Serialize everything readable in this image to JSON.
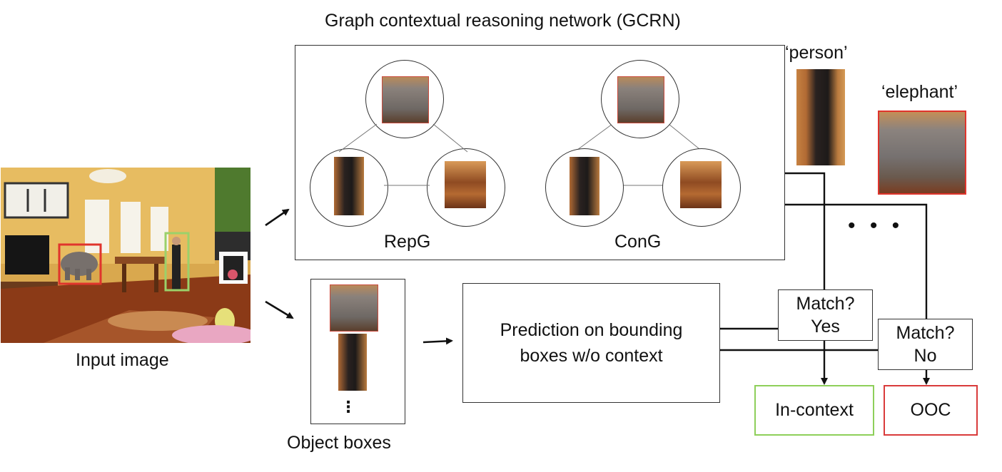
{
  "title": "Graph contextual reasoning network (GCRN)",
  "input_image_label": "Input image",
  "object_boxes_label": "Object boxes",
  "vertical_ellipsis": "⋮",
  "repg_label": "RepG",
  "cong_label": "ConG",
  "person_label": "‘person’",
  "elephant_label": "‘elephant’",
  "ellipsis": "• • •",
  "prediction": {
    "line1": "Prediction on bounding",
    "line2": "boxes w/o context"
  },
  "match_yes": {
    "question": "Match?",
    "answer": "Yes"
  },
  "match_no": {
    "question": "Match?",
    "answer": "No"
  },
  "in_context_label": "In-context",
  "ooc_label": "OOC",
  "colors": {
    "in_context_border": "#8ecf5a",
    "ooc_border": "#d93b3b",
    "elephant_box": "#e0342c",
    "person_box": "#9bd16a",
    "crop_border_red": "#c94a3c",
    "line": "#111111"
  },
  "icons": {
    "elephant": "elephant-crop",
    "person": "person-crop",
    "chairs": "chairs-crop",
    "room": "living-room-photo"
  }
}
